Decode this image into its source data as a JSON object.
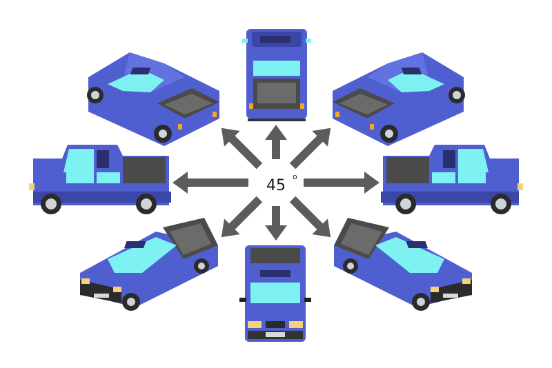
{
  "center": {
    "angle": "45",
    "degree_mark": "o"
  },
  "colors": {
    "body": "#4f5fd0",
    "body_dark": "#3a46a8",
    "body_light": "#6272e0",
    "glass": "#7ef2f2",
    "bed": "#4a4a4a",
    "bed_floor": "#6b6b6b",
    "tire": "#2b2b2b",
    "rim": "#cfd3da",
    "arrow": "#5c5c5c",
    "light": "#f5a623"
  },
  "arrow_directions_deg": [
    0,
    45,
    90,
    135,
    180,
    225,
    270,
    315
  ],
  "trucks": [
    {
      "id": "rear-view",
      "icon": "pickup-truck-rear-icon"
    },
    {
      "id": "rear-right-view",
      "icon": "pickup-truck-rear-right-icon"
    },
    {
      "id": "right-side-view",
      "icon": "pickup-truck-right-side-icon"
    },
    {
      "id": "front-right-view",
      "icon": "pickup-truck-front-right-icon"
    },
    {
      "id": "front-view",
      "icon": "pickup-truck-front-icon"
    },
    {
      "id": "front-left-view",
      "icon": "pickup-truck-front-left-icon"
    },
    {
      "id": "left-side-view",
      "icon": "pickup-truck-left-side-icon"
    },
    {
      "id": "rear-left-view",
      "icon": "pickup-truck-rear-left-icon"
    }
  ]
}
